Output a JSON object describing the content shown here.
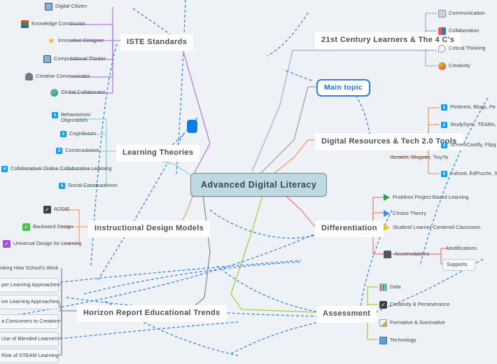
{
  "root": {
    "label": "Advanced Digital Literacy"
  },
  "main_topic": {
    "label": "Main topic"
  },
  "collapsed_node": {
    "label": ""
  },
  "colors": {
    "background": "#eef2f7",
    "root_fill": "#bdd9e3",
    "root_border": "#7d8790",
    "iste": "#b07fd6",
    "learning_theories": "#8fd8d0",
    "instructional_design": "#f0a070",
    "horizon": "#8a9098",
    "century21": "#9fb4d8",
    "main_topic_link": "#9aa3ac",
    "digital_resources": "#f09a62",
    "differentiation": "#ef8078",
    "assessment": "#a8cf3a",
    "main_topic_text": "#1b6fd4",
    "blue_chip": "#0b7fe8",
    "dashed_relation": "#2a7fe0"
  },
  "branches": [
    {
      "id": "iste",
      "label": "ISTE Standards",
      "children": [
        {
          "label": "Digital Citizen",
          "icon": "monitor-icon"
        },
        {
          "label": "Knowledge Constructor",
          "icon": "books-icon"
        },
        {
          "label": "Innovative Designer",
          "icon": "star-icon"
        },
        {
          "label": "Computational Thinker",
          "icon": "monitor-icon"
        },
        {
          "label": "Creative Communicator",
          "icon": "person-icon"
        },
        {
          "label": "Global Collaborator",
          "icon": "globe-icon"
        }
      ]
    },
    {
      "id": "learning-theories",
      "label": "Learning Theories",
      "children": [
        {
          "num": "1",
          "label": "Behaviorism/ Objectivism"
        },
        {
          "num": "2",
          "label": "Cognitivism"
        },
        {
          "num": "3",
          "label": "Constructivism"
        },
        {
          "num": "4",
          "label": "Collaborative/ Online Collaborative Learning"
        },
        {
          "num": "5",
          "label": "Social Constructivism"
        }
      ]
    },
    {
      "id": "instructional-design-models",
      "label": "Instructional Design Models",
      "children": [
        {
          "label": "ADDIE",
          "icon": "dark-check-icon"
        },
        {
          "label": "Backward Design",
          "icon": "green-check-icon"
        },
        {
          "label": "Universal Design for Learning",
          "icon": "purple-check-icon"
        }
      ]
    },
    {
      "id": "horizon-report",
      "label": "Horizon Report Educational Trends",
      "children": [
        {
          "label": "nking How School's Work"
        },
        {
          "label": "per Learning Approaches"
        },
        {
          "label": "ive Learning Approaches"
        },
        {
          "label": "a Consumers to Creators"
        },
        {
          "label": "Use of Blended Learners"
        },
        {
          "label": "Rise of STEAM Learning"
        }
      ]
    },
    {
      "id": "century-21-learners",
      "label": "21st Century Learners & The 4 C's",
      "children": [
        {
          "label": "Communication",
          "icon": "phone-icon"
        },
        {
          "label": "Collaboration",
          "icon": "people-icon"
        },
        {
          "label": "Critical Thinking",
          "icon": "speech-bubble-icon"
        },
        {
          "label": "Creativity",
          "icon": "palette-icon"
        }
      ]
    },
    {
      "id": "digital-resources",
      "label": "Digital Resources & Tech 2.0 Tools",
      "children": [
        {
          "num": "1",
          "label": "Pinterest, Blogs, Pe"
        },
        {
          "num": "2",
          "label": "StudySync, TEAMs,"
        },
        {
          "num": "3",
          "label": "ScreenCastify, Flipg"
        },
        {
          "num": "",
          "label": "Scratch, Glogster, TinyTa"
        },
        {
          "num": "5",
          "label": "Kahoot, EdPuzzle, 3"
        }
      ]
    },
    {
      "id": "differentiation",
      "label": "Differentiation",
      "children": [
        {
          "label": "Problem/ Project Based Learning",
          "icon": "green-flag-icon"
        },
        {
          "label": "Choice Theory",
          "icon": "blue-flag-icon"
        },
        {
          "label": "Student/ Learner-Centered Classroom",
          "icon": "yellow-flag-icon"
        },
        {
          "label": "Accomodations",
          "icon": "group-icon",
          "children": [
            {
              "label": "Modifications"
            },
            {
              "label": "Supports"
            }
          ]
        }
      ]
    },
    {
      "id": "assessment",
      "label": "Assessment",
      "children": [
        {
          "label": "Data",
          "icon": "bar-chart-icon"
        },
        {
          "label": "Creativity & Perseverance",
          "icon": "dark-check-icon"
        },
        {
          "label": "Formative & Summative",
          "icon": "pencil-icon"
        },
        {
          "label": "Technology",
          "icon": "screen-icon"
        }
      ]
    }
  ]
}
